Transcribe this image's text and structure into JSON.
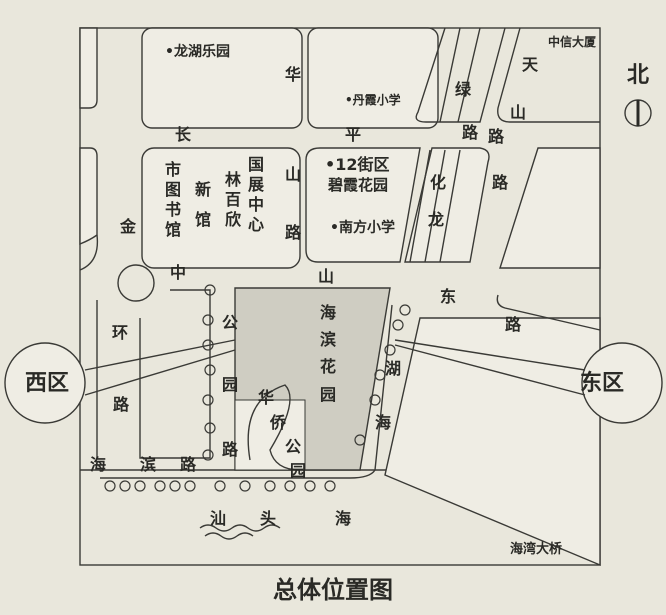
{
  "title": "总体位置图",
  "north": "北",
  "places": {
    "longhu": "•龙湖乐园",
    "danxia": "•丹霞小学",
    "zhongxin": "中信大厦",
    "library": [
      "市",
      "图",
      "书",
      "馆"
    ],
    "newhall": [
      "新",
      "馆"
    ],
    "linbaixin": [
      "林",
      "百",
      "欣"
    ],
    "guozhan": [
      "国",
      "展",
      "中",
      "心"
    ],
    "block12": "•12街区",
    "bixia": "碧霞花园",
    "nanfang": "•南方小学",
    "haibin_garden": [
      "海",
      "滨",
      "花",
      "园"
    ],
    "huaqiao_park": [
      "华",
      "侨",
      "公",
      "园"
    ],
    "park_road": [
      "公",
      "园",
      "路"
    ],
    "west": "西区",
    "east": "东区",
    "bridge": "海湾大桥",
    "sea": [
      "汕",
      "头",
      "海"
    ]
  },
  "roads": {
    "huashan": [
      "华",
      "山",
      "路"
    ],
    "changping": [
      "长",
      "平"
    ],
    "tianshan": [
      "天",
      "山",
      "路"
    ],
    "lvhua": [
      "绿",
      "路"
    ],
    "hualong": [
      "化",
      "龙",
      "路"
    ],
    "jinhuan": [
      "金",
      "中",
      "环",
      "路"
    ],
    "zhongshan": [
      "山",
      "东",
      "路"
    ],
    "haibin": [
      "海",
      "滨",
      "路"
    ],
    "hubin": [
      "湖",
      "海"
    ]
  }
}
